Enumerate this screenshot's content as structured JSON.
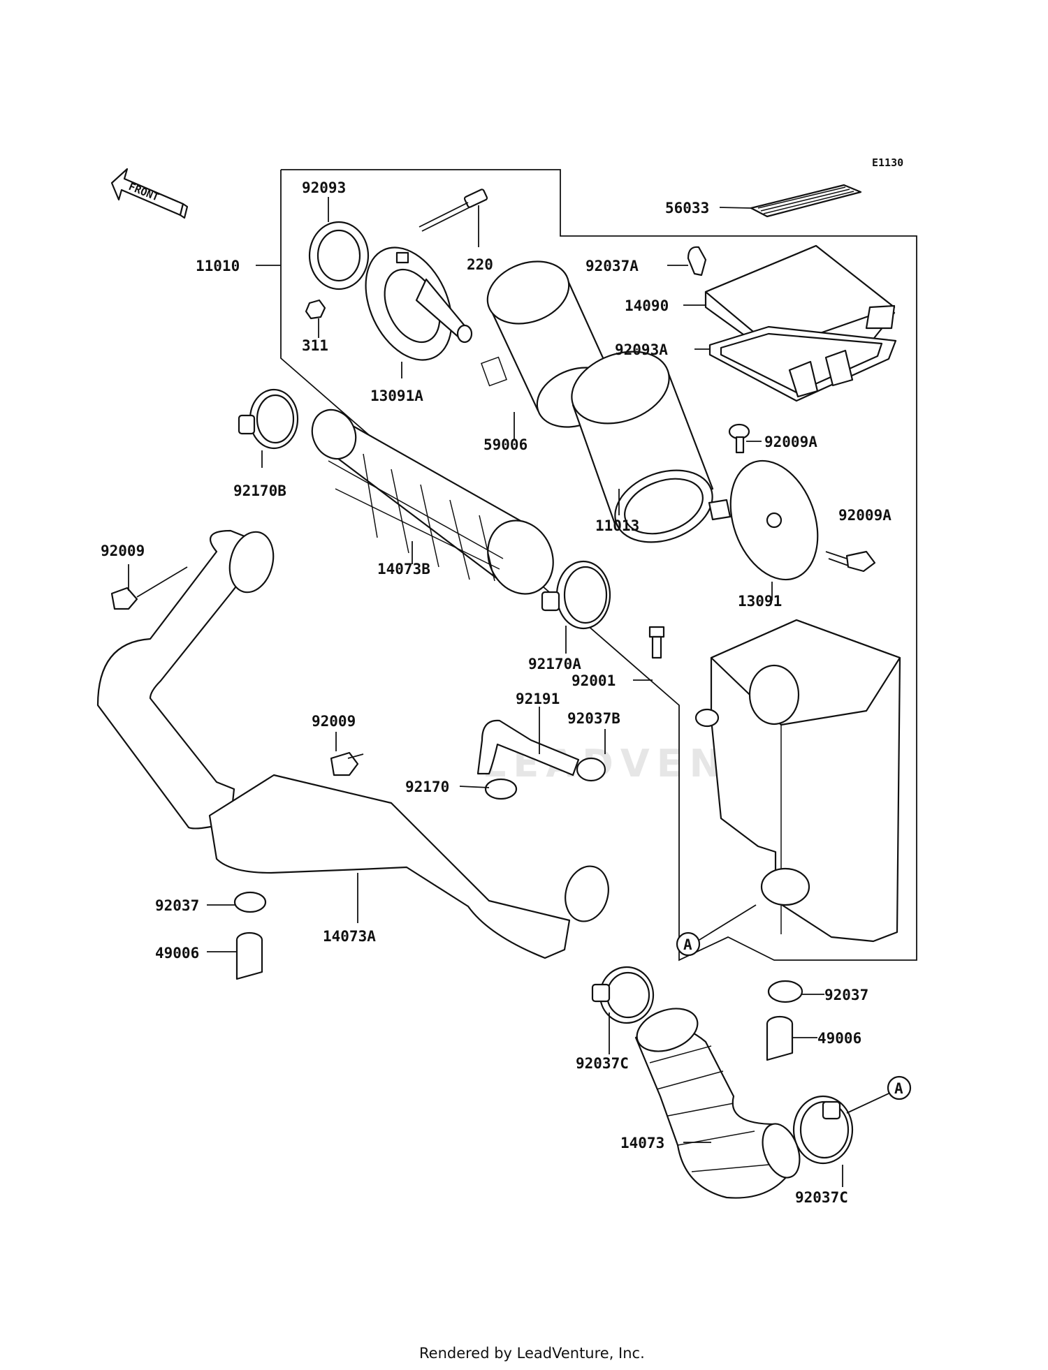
{
  "diagram_code": "E1130",
  "front_label": "FRONT",
  "callout_ref": "A",
  "footer": "Rendered by LeadVenture, Inc.",
  "watermark": "LEADVENTURE",
  "labels": {
    "p56033": "56033",
    "p92093": "92093",
    "p11010": "11010",
    "p220": "220",
    "p311": "311",
    "p13091A": "13091A",
    "p92037A": "92037A",
    "p14090": "14090",
    "p92093A": "92093A",
    "p59006": "59006",
    "p11013": "11013",
    "p92009A_top": "92009A",
    "p92009A_side": "92009A",
    "p92170B": "92170B",
    "p92009_left": "92009",
    "p14073B": "14073B",
    "p13091": "13091",
    "p92170A": "92170A",
    "p92001": "92001",
    "p92191": "92191",
    "p92037B": "92037B",
    "p92009_mid": "92009",
    "p92170": "92170",
    "p92037_left": "92037",
    "p14073A": "14073A",
    "p49006_left": "49006",
    "p92037_right": "92037",
    "p49006_right": "49006",
    "p92037C_mid": "92037C",
    "p14073": "14073",
    "p92037C_right": "92037C"
  }
}
